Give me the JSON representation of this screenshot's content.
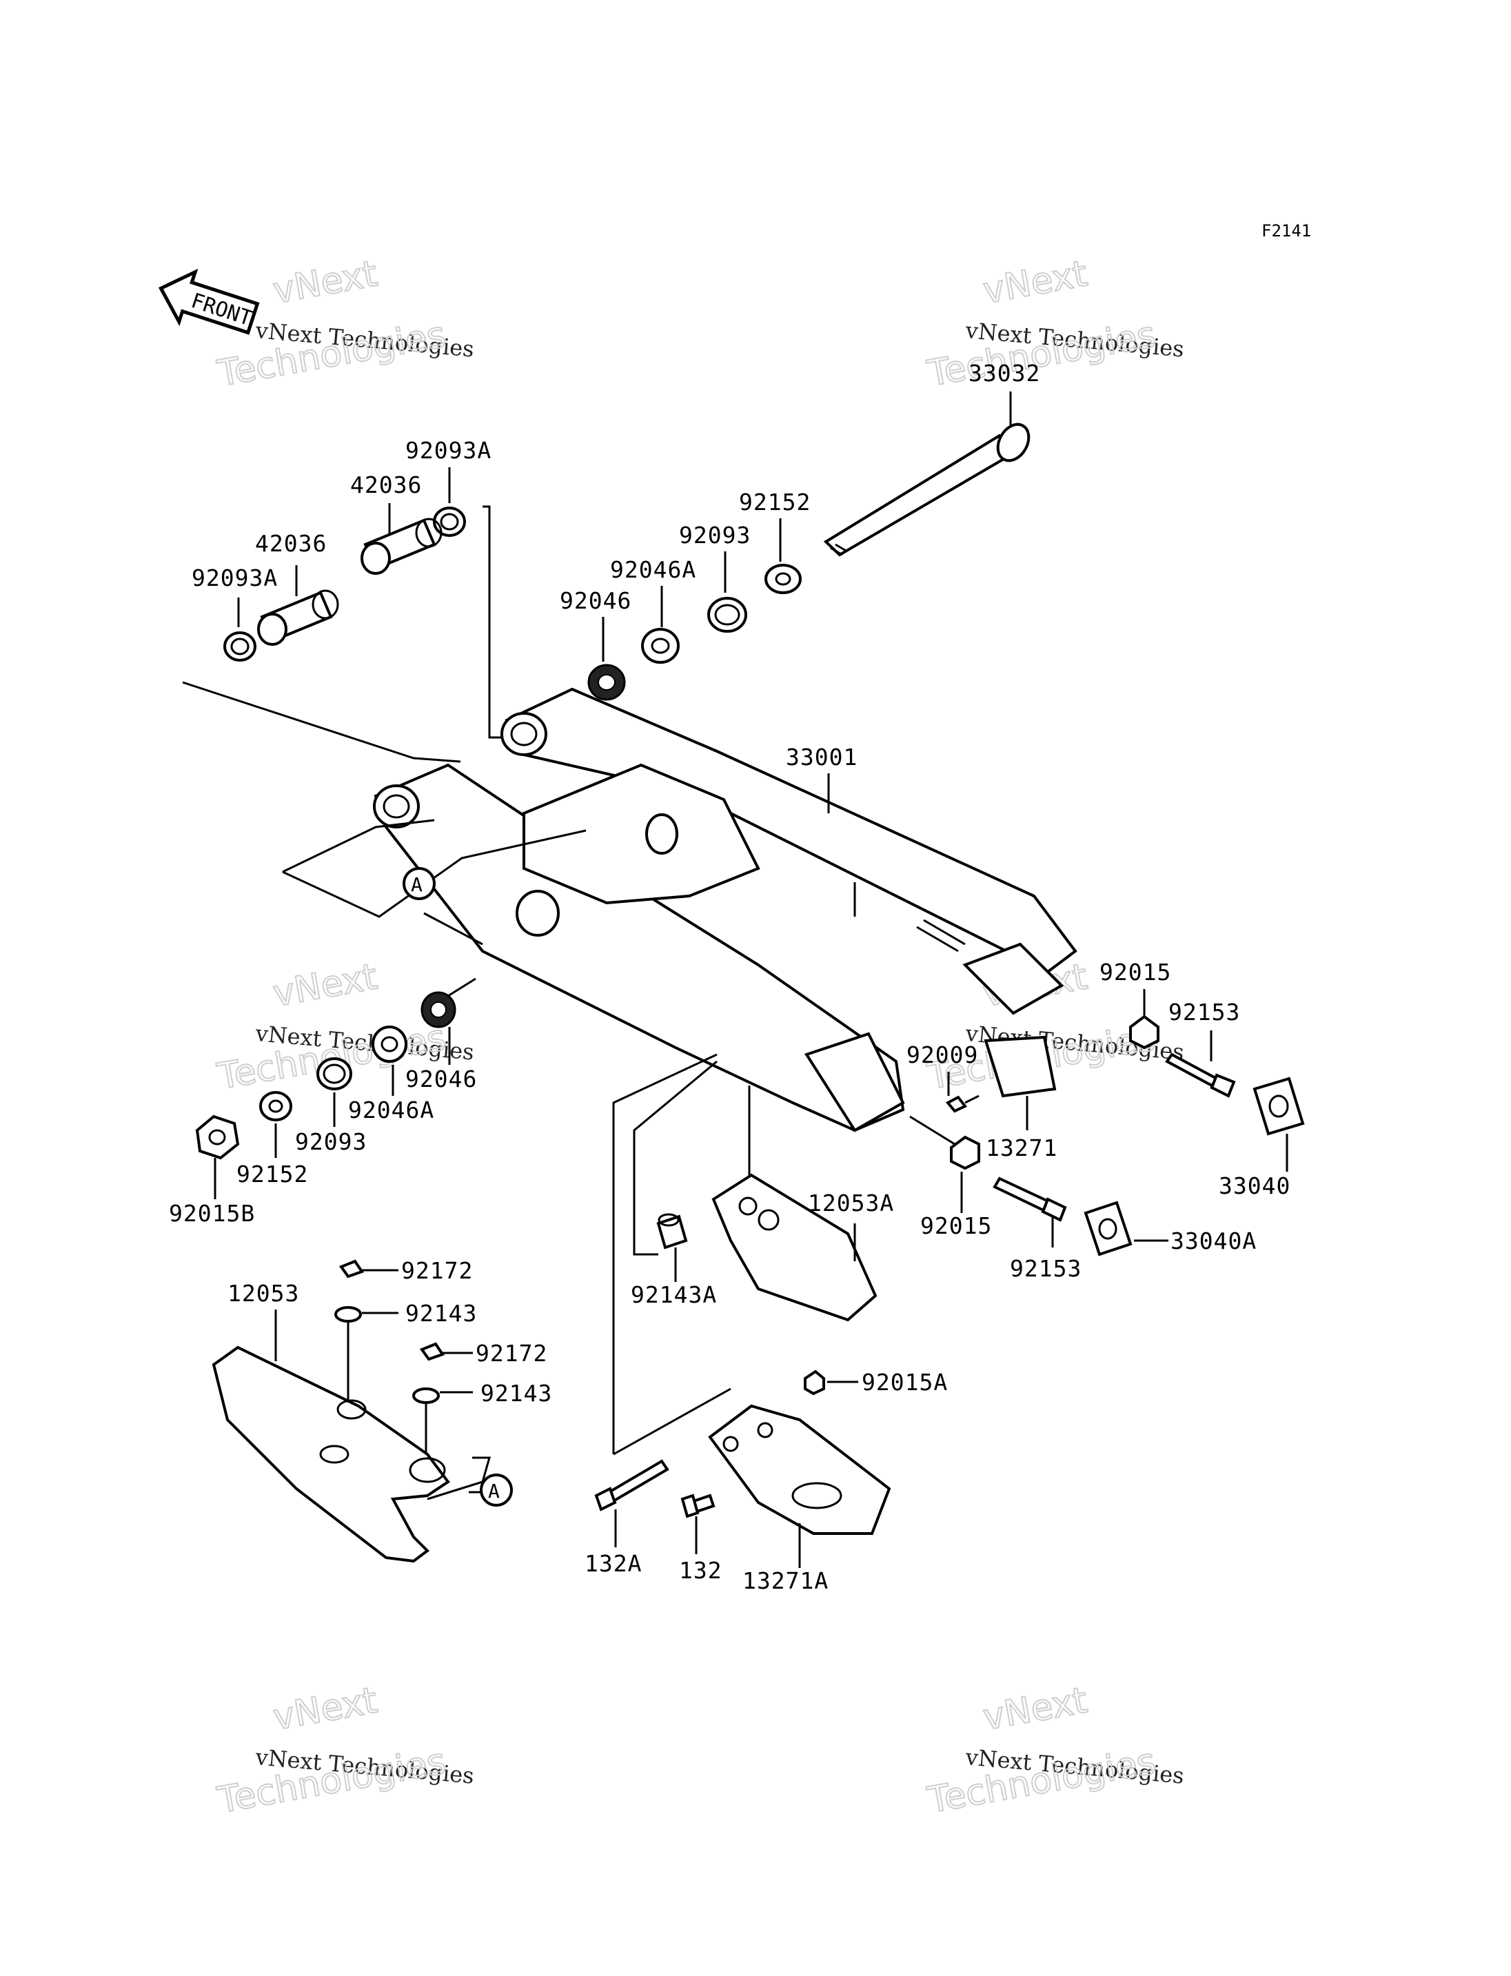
{
  "figure_id": "F2141",
  "front_label": "FRONT",
  "watermark": {
    "line1": "vNext",
    "line2": "vNext Technologies",
    "line3": "Technologies"
  },
  "callout_letter": "A",
  "parts": {
    "p33032": "33032",
    "p92093A_top": "92093A",
    "p42036_top": "42036",
    "p42036_left": "42036",
    "p92093A_left": "92093A",
    "p92152_top": "92152",
    "p92093_top": "92093",
    "p92046A_top": "92046A",
    "p92046_top": "92046",
    "p33001": "33001",
    "p92015_right": "92015",
    "p92153_right": "92153",
    "p92009": "92009",
    "p13271": "13271",
    "p33040": "33040",
    "p92015_mid": "92015",
    "p92153_mid": "92153",
    "p33040A": "33040A",
    "p12053A": "12053A",
    "p92143A": "92143A",
    "p92046_bottom": "92046",
    "p92046A_bottom": "92046A",
    "p92093_bottom": "92093",
    "p92152_bottom": "92152",
    "p92015B": "92015B",
    "p92172_a": "92172",
    "p12053": "12053",
    "p92143_a": "92143",
    "p92172_b": "92172",
    "p92143_b": "92143",
    "p92015A": "92015A",
    "p132A": "132A",
    "p132": "132",
    "p13271A": "13271A"
  }
}
